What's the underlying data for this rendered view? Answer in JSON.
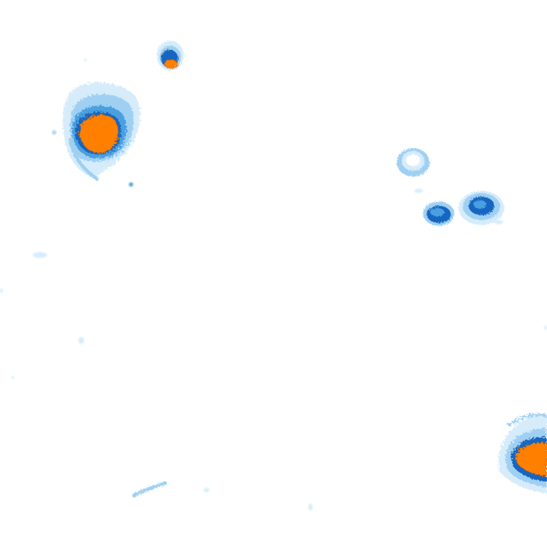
{
  "map": {
    "kind": "precipitation radar tile",
    "background_color": "#ffffff",
    "palette": {
      "very_light": "#d6ecfb",
      "light": "#9fd0f2",
      "medium": "#4a9fe0",
      "strong": "#1565c0",
      "heavy": "#ff8000",
      "heavy_edge": "#e06a00"
    },
    "cells": [
      {
        "id": "cell-northwest-main",
        "max_intensity": "heavy"
      },
      {
        "id": "cell-north-small",
        "max_intensity": "heavy"
      },
      {
        "id": "cell-east-upper-ring",
        "max_intensity": "medium"
      },
      {
        "id": "cell-east-middle",
        "max_intensity": "strong"
      },
      {
        "id": "cell-east-right",
        "max_intensity": "strong"
      },
      {
        "id": "cell-southeast-main",
        "max_intensity": "heavy"
      },
      {
        "id": "cell-south-streak",
        "max_intensity": "light"
      }
    ]
  }
}
